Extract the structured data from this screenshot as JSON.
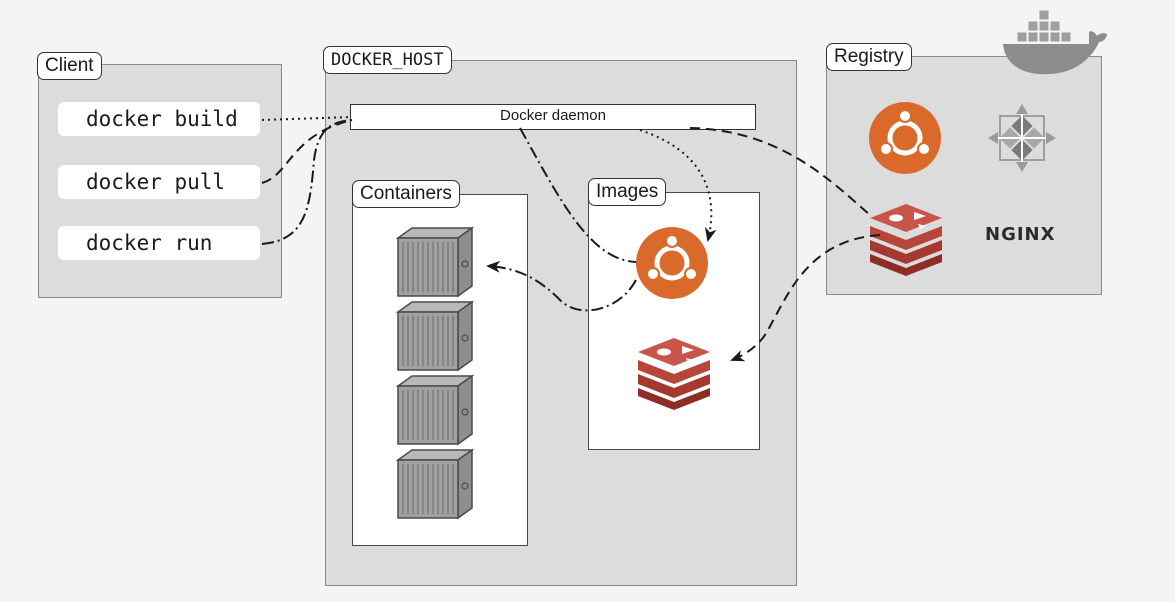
{
  "client": {
    "title": "Client",
    "commands": [
      "docker build",
      "docker pull",
      "docker run"
    ]
  },
  "docker_host": {
    "title": "DOCKER_HOST",
    "daemon_label": "Docker daemon",
    "containers_title": "Containers",
    "images_title": "Images"
  },
  "registry": {
    "title": "Registry",
    "nginx_label": "NGINX"
  },
  "icons": {
    "ubuntu": "ubuntu-logo-icon",
    "redis": "redis-stack-icon",
    "centos": "centos-logo-icon",
    "docker_whale": "docker-whale-icon",
    "container": "shipping-container-icon"
  },
  "colors": {
    "ubuntu": "#d96a2b",
    "redis": "#b8453a",
    "container": "#8c8c8c",
    "panel": "#dcdcdc"
  }
}
